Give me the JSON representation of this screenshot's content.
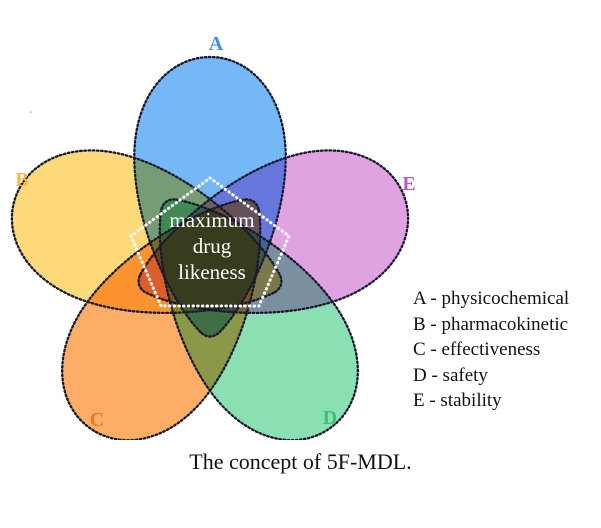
{
  "diagram": {
    "type": "five-set-venn",
    "sets": [
      {
        "id": "A",
        "label": "A",
        "name": "physicochemical",
        "color": "#6fb4f7",
        "label_color": "#3f8fdf"
      },
      {
        "id": "B",
        "label": "B",
        "name": "pharmacokinetic",
        "color": "#fdd772",
        "label_color": "#f3b93a"
      },
      {
        "id": "C",
        "label": "C",
        "name": "effectiveness",
        "color": "#fda95d",
        "label_color": "#e57a2a"
      },
      {
        "id": "D",
        "label": "D",
        "name": "safety",
        "color": "#85deaf",
        "label_color": "#3fbf7a"
      },
      {
        "id": "E",
        "label": "E",
        "name": "stability",
        "color": "#dd9ee0",
        "label_color": "#b85cc4"
      }
    ],
    "center": {
      "lines": [
        "maximum",
        "drug",
        "likeness"
      ]
    }
  },
  "legend": {
    "items": [
      "A - physicochemical",
      "B - pharmacokinetic",
      "C - effectiveness",
      "D - safety",
      "E - stability"
    ]
  },
  "caption": "The concept of 5F-MDL."
}
